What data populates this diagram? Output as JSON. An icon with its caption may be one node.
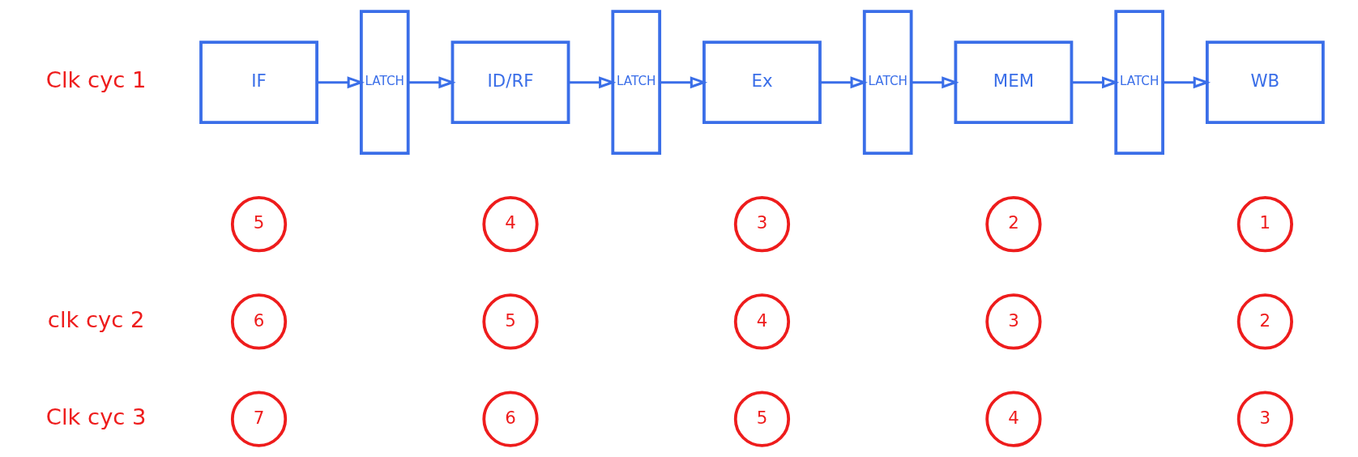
{
  "diagram": {
    "nodes": [
      {
        "text": [
          "IF"
        ]
      },
      {
        "text": [
          "LATCH"
        ]
      },
      {
        "text": [
          "ID/RF"
        ]
      },
      {
        "text": [
          "LATCH"
        ]
      },
      {
        "text": [
          "Ex"
        ]
      },
      {
        "text": [
          "LATCH"
        ]
      },
      {
        "text": [
          "MEM"
        ]
      },
      {
        "text": [
          "LATCH"
        ]
      },
      {
        "text": [
          "WB"
        ]
      },
      {
        "text": [
          "5"
        ]
      },
      {
        "text": [
          "4"
        ]
      },
      {
        "text": [
          "3"
        ]
      },
      {
        "text": [
          "2"
        ]
      },
      {
        "text": [
          "1"
        ]
      },
      {
        "text": [
          "6"
        ]
      },
      {
        "text": [
          "5"
        ]
      },
      {
        "text": [
          "4"
        ]
      },
      {
        "text": [
          "3"
        ]
      },
      {
        "text": [
          "2"
        ]
      },
      {
        "text": [
          "7"
        ]
      },
      {
        "text": [
          "6"
        ]
      },
      {
        "text": [
          "5"
        ]
      },
      {
        "text": [
          "4"
        ]
      },
      {
        "text": [
          "3"
        ]
      }
    ],
    "edges": [
      {
        "from": 0,
        "to": 1,
        "arrow": "to"
      },
      {
        "from": 1,
        "to": 2,
        "arrow": "to"
      },
      {
        "from": 2,
        "to": 3,
        "arrow": "to"
      },
      {
        "from": 3,
        "to": 4,
        "arrow": "to"
      },
      {
        "from": 4,
        "to": 5,
        "arrow": "to"
      },
      {
        "from": 5,
        "to": 6,
        "arrow": "to"
      },
      {
        "from": 6,
        "to": 7,
        "arrow": "to"
      },
      {
        "from": 7,
        "to": 8,
        "arrow": "to"
      }
    ],
    "labels": [
      "Clk cyc 1",
      "clk cyc 2",
      "Clk cyc 3"
    ]
  }
}
